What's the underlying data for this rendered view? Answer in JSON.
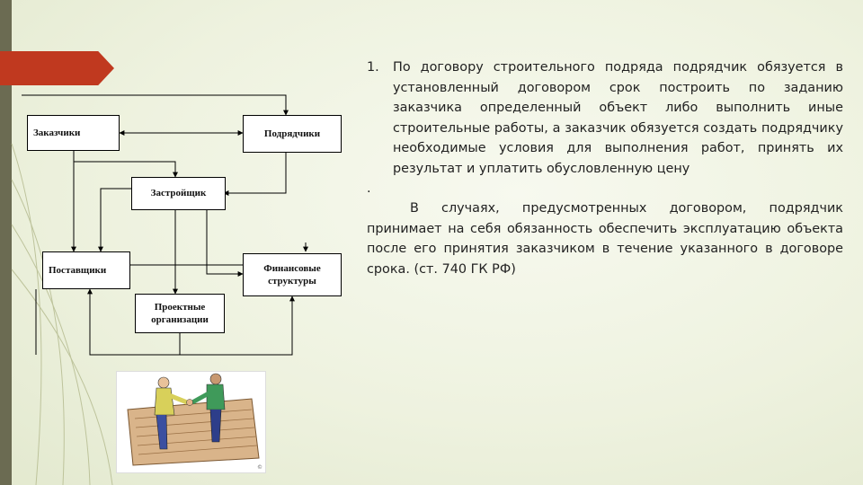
{
  "slide": {
    "accent_color": "#c0391f",
    "bar_color": "#6b6b52"
  },
  "diagram": {
    "customers": "Заказчики",
    "contractors": "Подрядчики",
    "developer": "Застройщик",
    "suppliers": "Поставщики",
    "finance_line1": "Финансовые",
    "finance_line2": "структуры",
    "design_line1": "Проектные",
    "design_line2": "организации"
  },
  "text": {
    "item_number": "1.",
    "item_body": "По договору строительного подряда подрядчик обязуется в установленный договором срок построить по заданию заказчика определенный объект либо выполнить иные строительные работы, а заказчик обязуется создать подрядчику необходимые условия для выполнения работ, принять их результат и уплатить обусловленную цену",
    "dot": ".",
    "paragraph": "В случаях, предусмотренных договором, подрядчик принимает на себя обязанность обеспечить эксплуатацию объекта после его принятия заказчиком в течение указанного в договоре срока. (ст. 740 ГК РФ)"
  },
  "illustration": {
    "icon": "handshake-illustration",
    "credit": "©"
  }
}
